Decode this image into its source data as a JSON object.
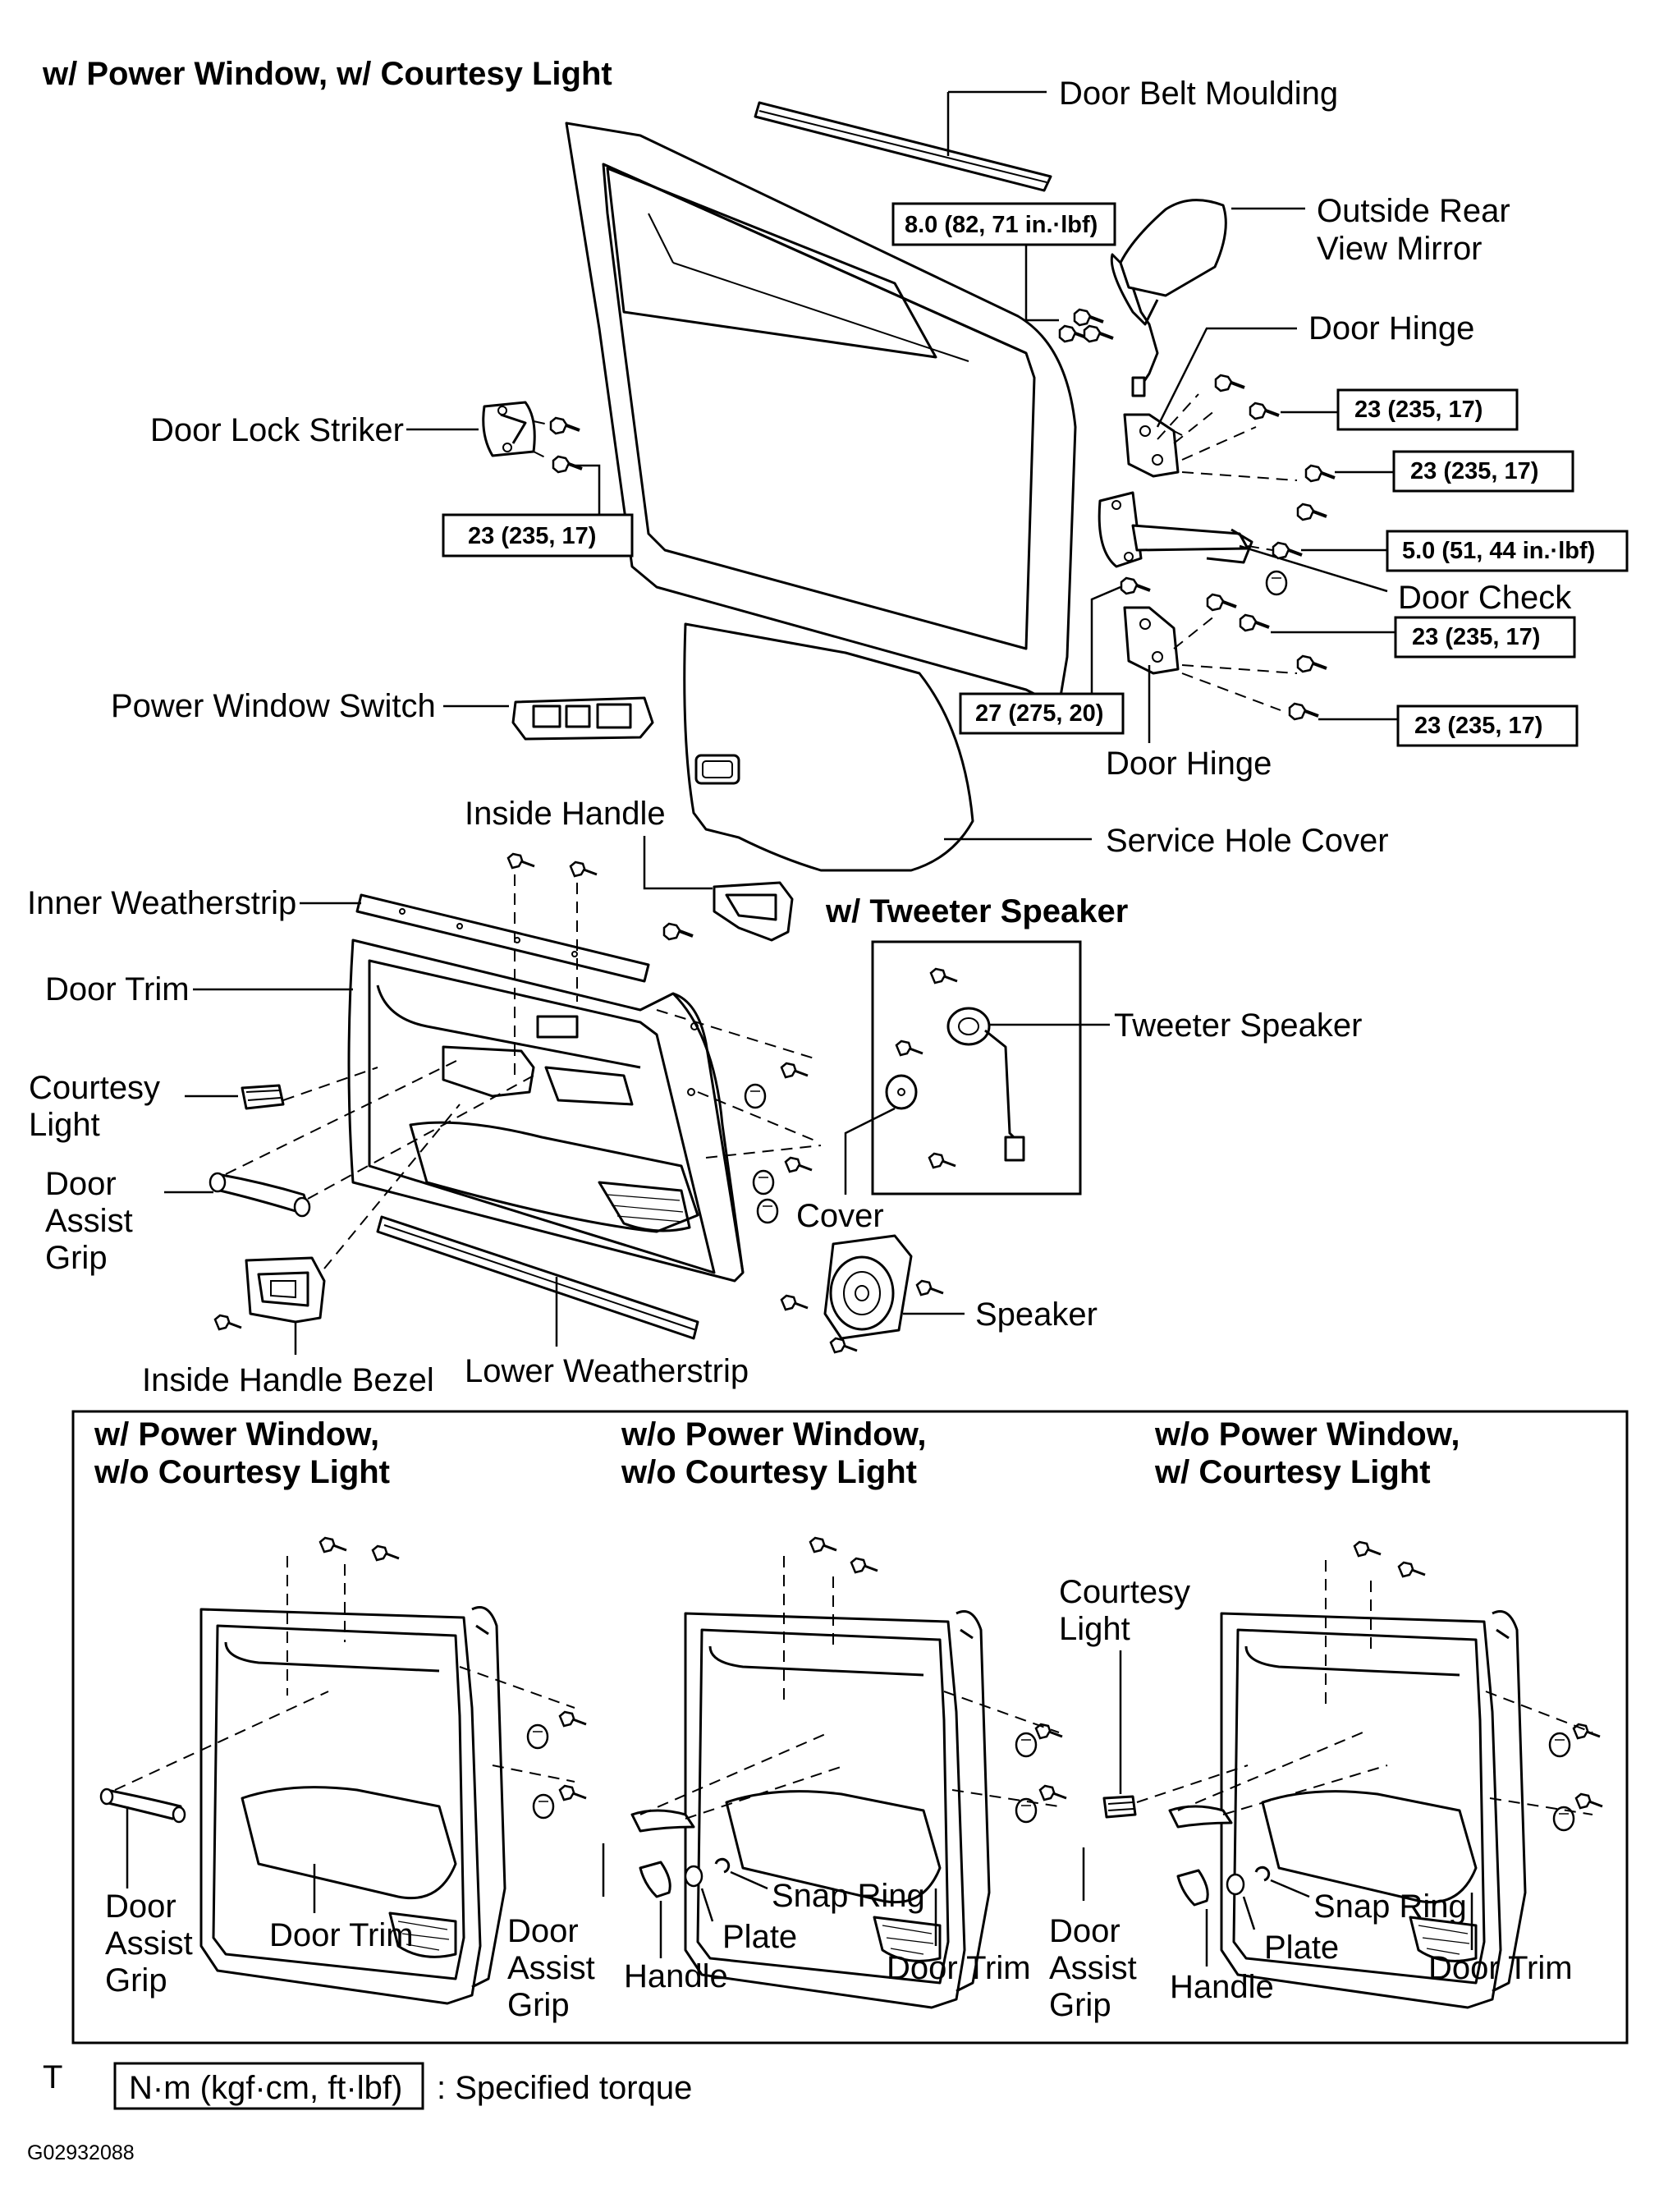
{
  "main_header": "w/ Power Window, w/ Courtesy Light",
  "tweeter_header": "w/ Tweeter Speaker",
  "labels": {
    "door_belt_moulding": "Door Belt Moulding",
    "outside_rear_view_mirror_1": "Outside Rear",
    "outside_rear_view_mirror_2": "View Mirror",
    "door_hinge_upper": "Door Hinge",
    "door_lock_striker": "Door Lock Striker",
    "door_check": "Door Check",
    "door_hinge_lower": "Door Hinge",
    "power_window_switch": "Power Window Switch",
    "service_hole_cover": "Service Hole Cover",
    "inside_handle": "Inside Handle",
    "inner_weatherstrip": "Inner Weatherstrip",
    "door_trim": "Door Trim",
    "courtesy_light_1": "Courtesy",
    "courtesy_light_2": "Light",
    "door_assist_grip_1": "Door",
    "door_assist_grip_2": "Assist",
    "door_assist_grip_3": "Grip",
    "inside_handle_bezel": "Inside Handle Bezel",
    "lower_weatherstrip": "Lower Weatherstrip",
    "tweeter_speaker": "Tweeter Speaker",
    "cover": "Cover",
    "speaker": "Speaker"
  },
  "torques": {
    "mirror": "8.0 (82, 71 in.·lbf)",
    "striker": "23 (235, 17)",
    "hinge_upper_1": "23 (235, 17)",
    "hinge_upper_2": "23 (235, 17)",
    "door_check": "5.0 (51, 44 in.·lbf)",
    "hinge_lower_1": "23 (235, 17)",
    "hinge_lower_2": "23 (235, 17)",
    "body_side": "27 (275, 20)"
  },
  "variants": [
    {
      "header_1": "w/ Power Window,",
      "header_2": "w/o Courtesy Light",
      "grip_1": "Door",
      "grip_2": "Assist",
      "grip_3": "Grip",
      "door_trim": "Door Trim"
    },
    {
      "header_1": "w/o Power Window,",
      "header_2": "w/o Courtesy Light",
      "grip_1": "Door",
      "grip_2": "Assist",
      "grip_3": "Grip",
      "handle": "Handle",
      "plate": "Plate",
      "snap_ring": "Snap Ring",
      "door_trim": "Door Trim"
    },
    {
      "header_1": "w/o Power Window,",
      "header_2": "w/ Courtesy Light",
      "courtesy_1": "Courtesy",
      "courtesy_2": "Light",
      "grip_1": "Door",
      "grip_2": "Assist",
      "grip_3": "Grip",
      "handle": "Handle",
      "plate": "Plate",
      "snap_ring": "Snap Ring",
      "door_trim": "Door Trim"
    }
  ],
  "legend": {
    "marker": "T",
    "unit_box": "N·m (kgf·cm, ft·lbf)",
    "text": ": Specified torque"
  },
  "figure_code": "G02932088"
}
